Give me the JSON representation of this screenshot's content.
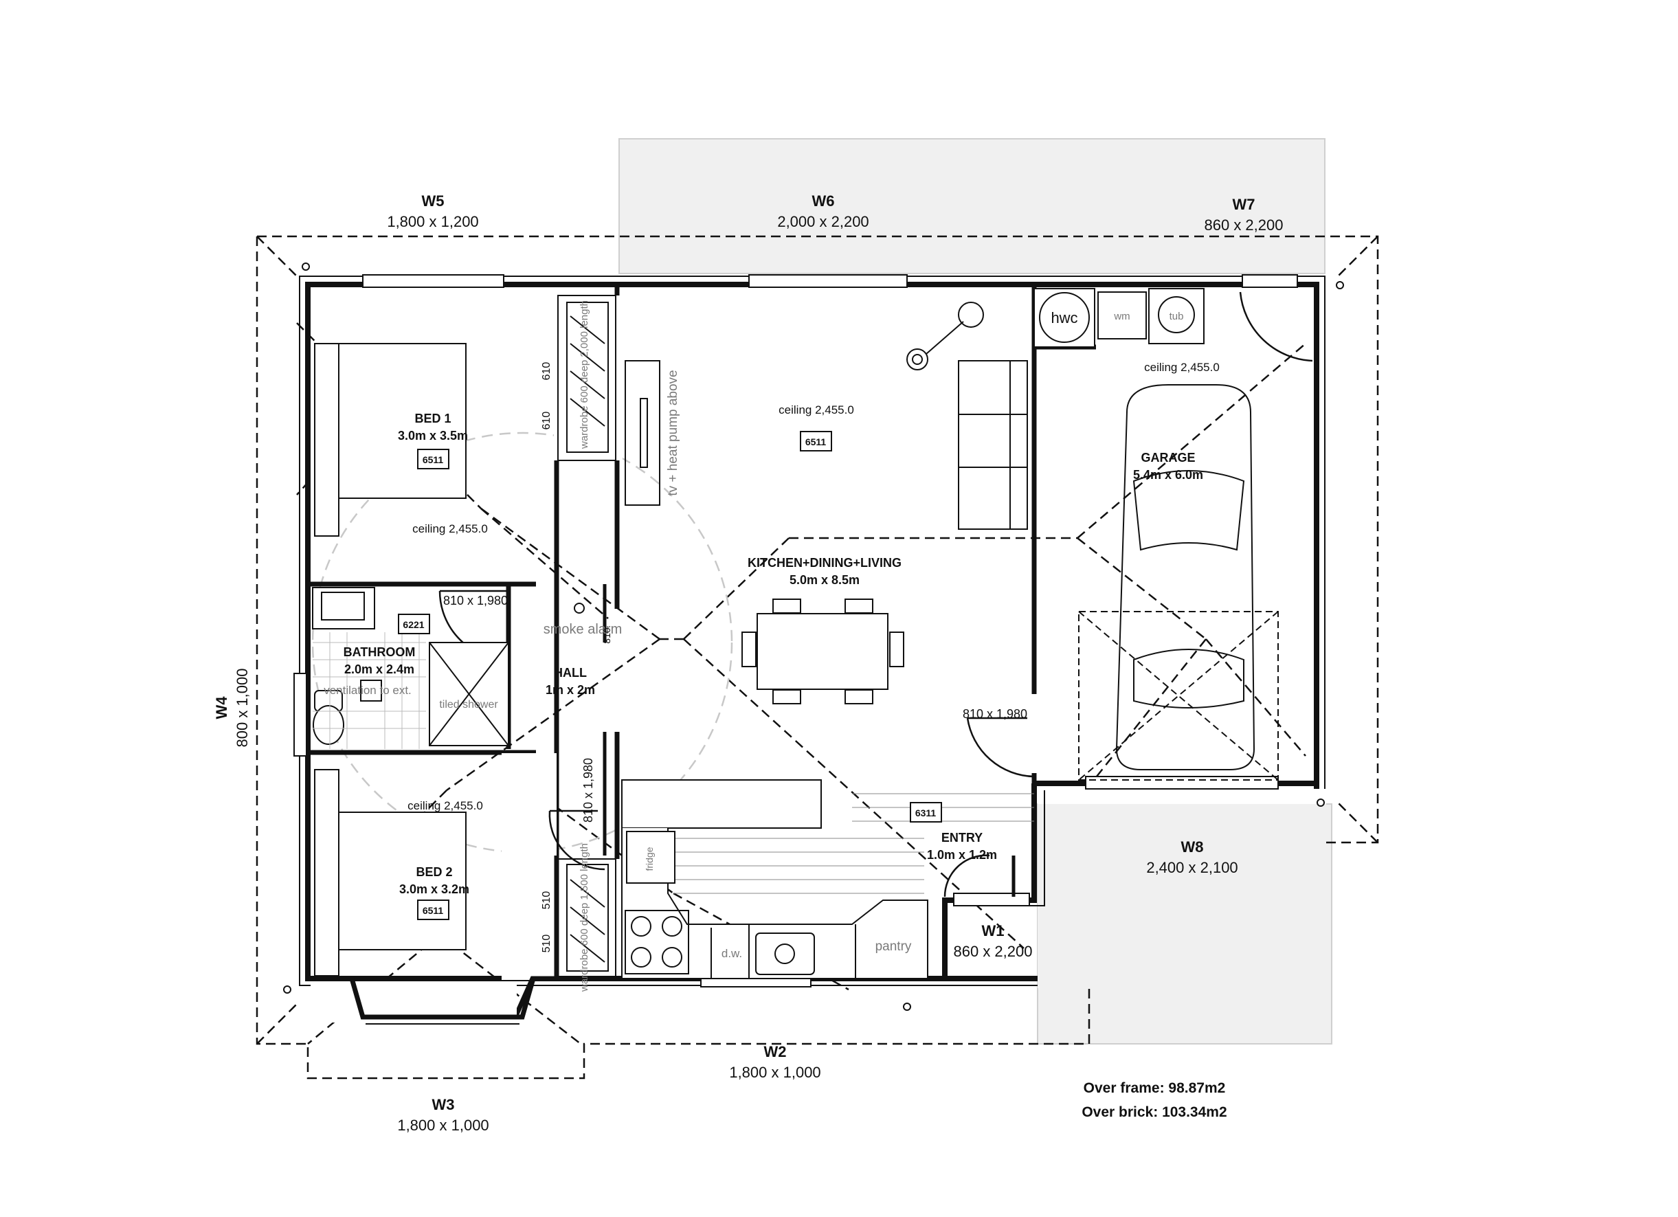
{
  "windows": [
    {
      "id": "W5",
      "label": "W5",
      "size": "1,800 x 1,200"
    },
    {
      "id": "W6",
      "label": "W6",
      "size": "2,000 x 2,200"
    },
    {
      "id": "W7",
      "label": "W7",
      "size": "860 x 2,200"
    },
    {
      "id": "W4",
      "label": "W4",
      "size": "800 x 1,000"
    },
    {
      "id": "W8",
      "label": "W8",
      "size": "2,400 x 2,100"
    },
    {
      "id": "W1",
      "label": "W1",
      "size": "860 x 2,200"
    },
    {
      "id": "W2",
      "label": "W2",
      "size": "1,800 x 1,000"
    },
    {
      "id": "W3",
      "label": "W3",
      "size": "1,800 x 1,000"
    }
  ],
  "rooms": {
    "bed1": {
      "name": "BED 1",
      "size": "3.0m x 3.5m",
      "code": "6511",
      "ceiling": "ceiling 2,455.0"
    },
    "bed2": {
      "name": "BED 2",
      "size": "3.0m x 3.2m",
      "code": "6511",
      "ceiling": "ceiling 2,455.0"
    },
    "living": {
      "name": "KITCHEN+DINING+LIVING",
      "size": "5.0m x 8.5m",
      "code": "6511",
      "ceiling": "ceiling 2,455.0"
    },
    "garage": {
      "name": "GARAGE",
      "size": "5.4m x 6.0m",
      "ceiling": "ceiling 2,455.0"
    },
    "bathroom": {
      "name": "BATHROOM",
      "size": "2.0m x 2.4m",
      "code": "6221"
    },
    "hall": {
      "name": "HALL",
      "size": "1m x 2m"
    },
    "entry": {
      "name": "ENTRY",
      "size": "1.0m x 1.2m",
      "code": "6311"
    }
  },
  "labels": {
    "smoke_alarm": "smoke alarm",
    "tv": "tv + heat pump above",
    "hwc": "hwc",
    "wm": "wm",
    "tub": "tub",
    "fridge": "fridge",
    "dw": "d.w.",
    "pantry": "pantry",
    "tiled_shower": "tiled shower",
    "ventilation": "ventilation to ext.",
    "door_bath": "810 x 1,980",
    "door_bed2": "810 x 1,980",
    "door_living": "810 x 1,980",
    "wardrobe1": "wardrobe 600 deep 2,000 length",
    "wardrobe2": "wardrobe 600 deep 1,500 length",
    "dim_610a": "610",
    "dim_610b": "610",
    "dim_510a": "510",
    "dim_510b": "510",
    "door_small": "810"
  },
  "areas": {
    "frame": "Over frame: 98.87m2",
    "brick": "Over brick: 103.34m2"
  }
}
